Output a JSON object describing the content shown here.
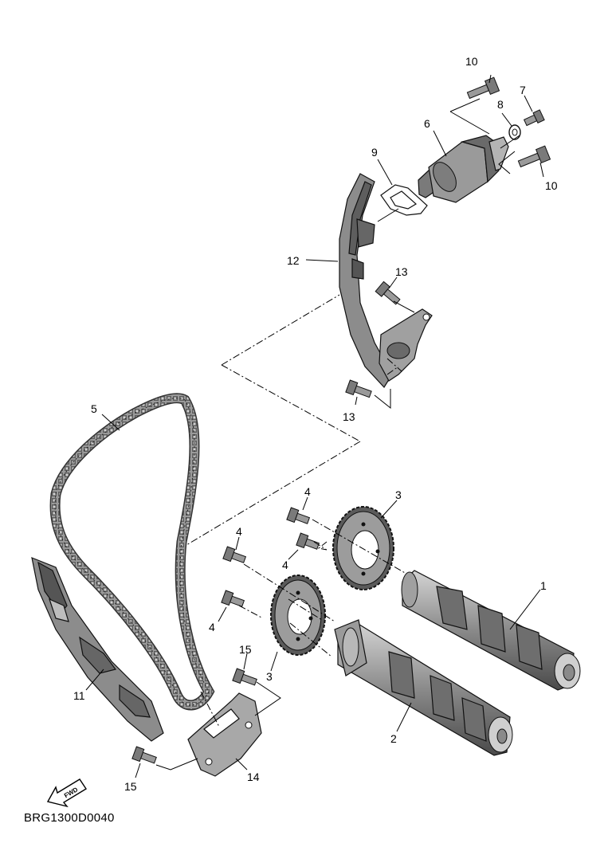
{
  "diagram_code": "BRG1300D0040",
  "fwd_label": "FWD",
  "callouts": [
    "1",
    "2",
    "3",
    "3",
    "4",
    "4",
    "4",
    "4",
    "5",
    "6",
    "7",
    "8",
    "9",
    "10",
    "10",
    "11",
    "12",
    "13",
    "13",
    "14",
    "15",
    "15"
  ],
  "colors": {
    "part_fill": "#9a9a9a",
    "part_dark": "#5e5e5e",
    "part_light": "#c8c8c8",
    "line": "#000000"
  }
}
